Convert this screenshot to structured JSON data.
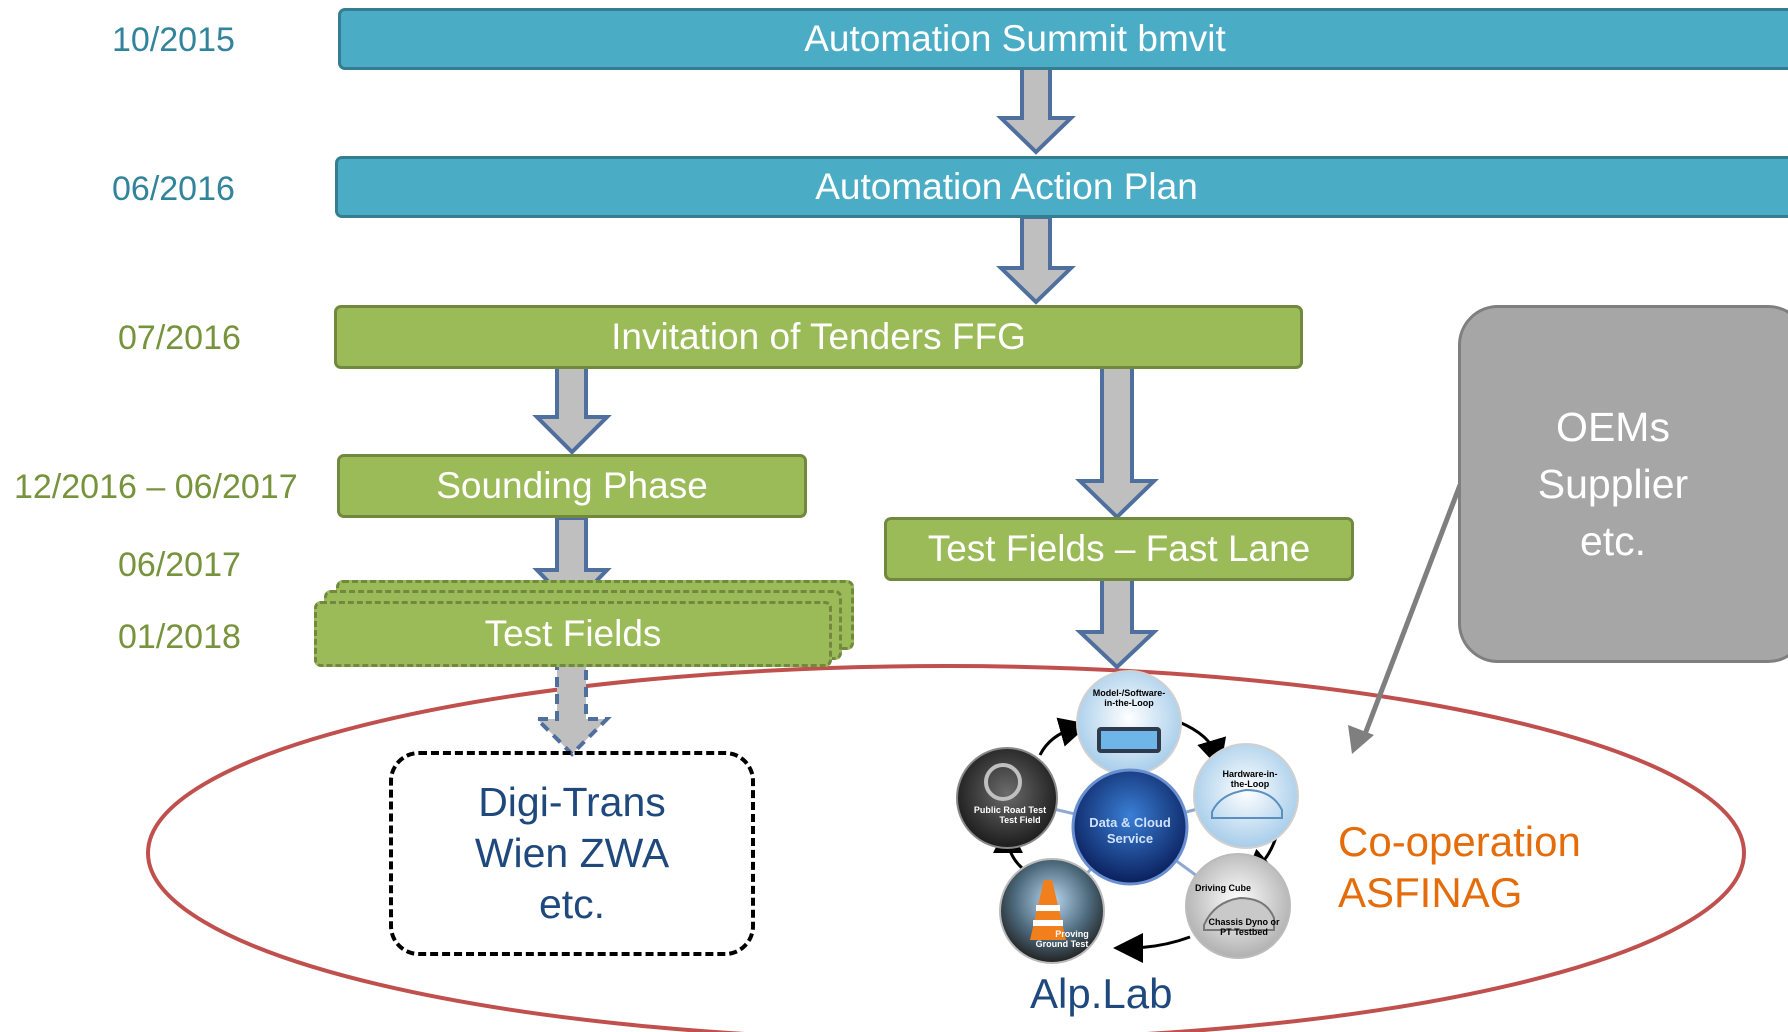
{
  "dates": {
    "d1": "10/2015",
    "d2": "06/2016",
    "d3": "07/2016",
    "d4": "12/2016 – 06/2017",
    "d5": "06/2017",
    "d6": "01/2018"
  },
  "boxes": {
    "summit": "Automation Summit bmvit",
    "action_plan": "Automation Action Plan",
    "tenders": "Invitation of Tenders FFG",
    "sounding": "Sounding Phase",
    "fast_lane": "Test Fields – Fast Lane",
    "test_fields": "Test Fields"
  },
  "partners": {
    "line1": "OEMs",
    "line2": "Supplier",
    "line3": "etc."
  },
  "digitrans": {
    "line1": "Digi-Trans",
    "line2": "Wien ZWA",
    "line3": "etc."
  },
  "cooperation": {
    "line1": "Co-operation",
    "line2": "ASFINAG"
  },
  "alplab": {
    "label": "Alp.Lab",
    "center": "Data & Cloud Service",
    "nodes": {
      "sil": "Model-/Software-in-the-Loop",
      "hil": "Hardware-in-the-Loop",
      "cube": "Driving Cube",
      "dyno": "Chassis Dyno or PT Testbed",
      "proving": "Proving Ground Test",
      "road": "Public Road Test Test Field"
    }
  },
  "colors": {
    "blue_phase": "#4bacc6",
    "green_phase": "#9bbb59",
    "blue_date": "#31849b",
    "green_date": "#77933c",
    "arrow_fill": "#bfbfbf",
    "arrow_border": "#4f6f9f",
    "ellipse": "#c0504d",
    "cooperation_text": "#e46c0a",
    "digitrans_text": "#1f497d"
  }
}
